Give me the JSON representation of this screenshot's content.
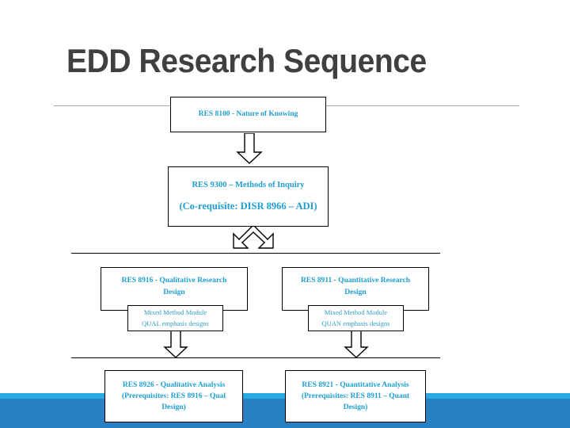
{
  "slide": {
    "title": "EDD Research Sequence",
    "title_color": "#404040",
    "box_text_color": "#1f9ed0",
    "footer_color": "#2980c2",
    "footer_stripe_color": "#29abe2",
    "background_color": "#ffffff"
  },
  "boxes": {
    "res8100": {
      "line1": "RES 8100 - Nature of Knowing"
    },
    "res9300": {
      "line1": "RES 9300 – Methods of Inquiry",
      "line2": "(Co-requisite: DISR 8966 – ADI)"
    },
    "res8916": {
      "line1": "RES 8916 -  Qualitative Research",
      "line2": "Design"
    },
    "res8911": {
      "line1": "RES 8911 -  Quantitative Research",
      "line2": "Design"
    },
    "mini_qual": {
      "line1": "Mixed Method Module",
      "line2": "QUAL emphasis designs"
    },
    "mini_quan": {
      "line1": "Mixed Method Module",
      "line2": "QUAN emphasis designs"
    },
    "res8926": {
      "line1": "RES 8926 - Qualitative Analysis",
      "line2": "(Prerequisites: RES 8916 – Qual",
      "line3": "Design)"
    },
    "res8921": {
      "line1": "RES 8921 - Quantitative Analysis",
      "line2": "(Prerequisites: RES 8911 – Quant",
      "line3": "Design)"
    }
  },
  "connectors": {
    "arrow_top": "down-arrow",
    "arrow_split": "split-down-arrow",
    "arrow_qual": "down-arrow",
    "arrow_quan": "down-arrow"
  },
  "rules": {
    "top_rule": "horizontal-divider-light",
    "mid_rule": "horizontal-divider",
    "bottom_rule": "horizontal-divider"
  }
}
